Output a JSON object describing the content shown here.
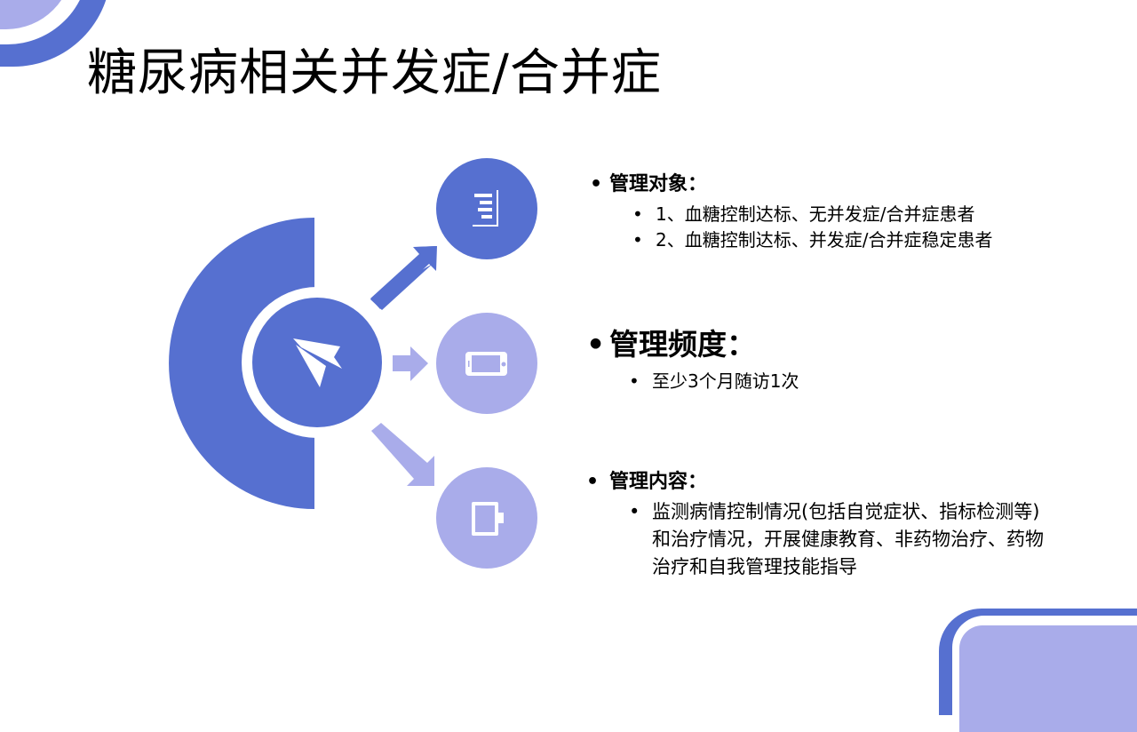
{
  "slide": {
    "title": "糖尿病相关并发症/合并症",
    "colors": {
      "primary": "#5670d0",
      "secondary": "#a9acea",
      "background": "#ffffff",
      "text": "#000000"
    }
  },
  "diagram": {
    "center_icon": "paper-plane-icon",
    "nodes": [
      {
        "icon": "bar-list-icon",
        "color": "#5670d0",
        "arrow": "up-right"
      },
      {
        "icon": "phone-landscape-icon",
        "color": "#a9acea",
        "arrow": "right"
      },
      {
        "icon": "tablet-portrait-icon",
        "color": "#a9acea",
        "arrow": "down-right"
      }
    ]
  },
  "sections": [
    {
      "bullet": "•",
      "heading": "管理对象：",
      "items": [
        "1、血糖控制达标、无并发症/合并症患者",
        "2、血糖控制达标、并发症/合并症稳定患者"
      ]
    },
    {
      "bullet": "•",
      "heading": "管理频度：",
      "items": [
        "至少3个月随访1次"
      ]
    },
    {
      "bullet": "•",
      "heading": "管理内容：",
      "items": [
        "监测病情控制情况(包括自觉症状、指标检测等)和治疗情况，开展健康教育、非药物治疗、药物治疗和自我管理技能指导"
      ]
    }
  ],
  "sub_bullet": "•"
}
